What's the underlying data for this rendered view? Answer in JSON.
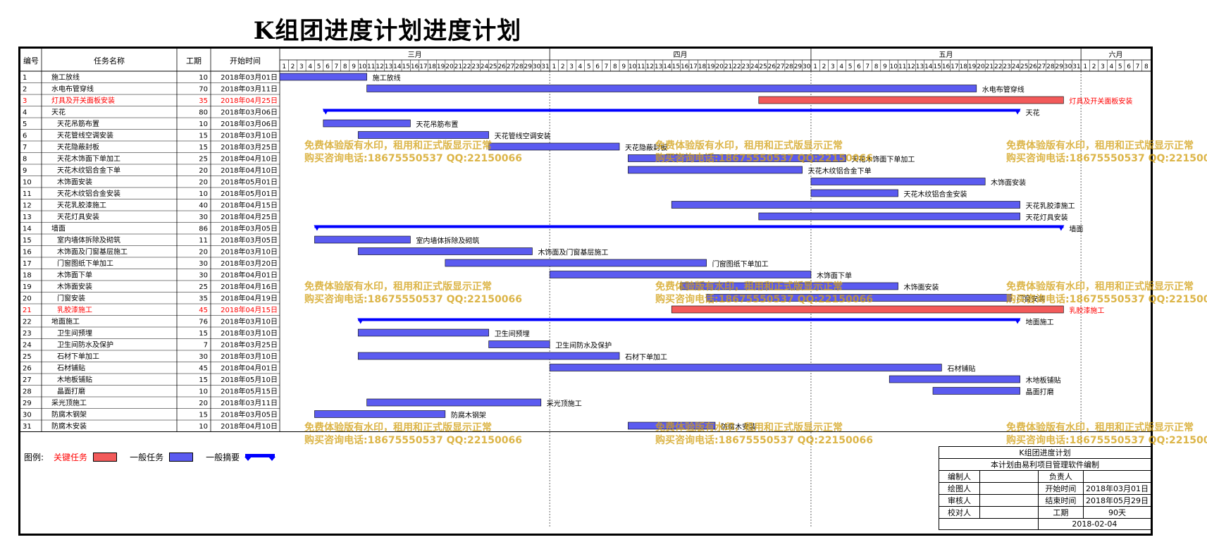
{
  "title": "K组团进度计划进度计划",
  "columns": {
    "id": "编号",
    "name": "任务名称",
    "duration": "工期",
    "start": "开始时间"
  },
  "colors": {
    "normal": "#5b5bf0",
    "critical": "#f25a5a",
    "summary": "#0000ff",
    "critical_text": "#ff0000"
  },
  "timeline": {
    "months": [
      {
        "label": "三月",
        "days": 31
      },
      {
        "label": "四月",
        "days": 30
      },
      {
        "label": "五月",
        "days": 31
      },
      {
        "label": "六月",
        "days": 8
      }
    ]
  },
  "chart_data": {
    "type": "gantt",
    "x_axis_start": "2018-03-01",
    "tasks": [
      {
        "id": "1",
        "name": "施工放线",
        "indent": 0,
        "duration": "10",
        "start": "2018年03月01日",
        "start_date": "2018-03-01",
        "days": 10,
        "kind": "normal"
      },
      {
        "id": "2",
        "name": "水电布管穿线",
        "indent": 0,
        "duration": "70",
        "start": "2018年03月11日",
        "start_date": "2018-03-11",
        "days": 70,
        "kind": "normal"
      },
      {
        "id": "3",
        "name": "灯具及开关面板安装",
        "indent": 0,
        "duration": "35",
        "start": "2018年04月25日",
        "start_date": "2018-04-25",
        "days": 35,
        "kind": "critical"
      },
      {
        "id": "4",
        "name": "天花",
        "indent": 0,
        "duration": "80",
        "start": "2018年03月06日",
        "start_date": "2018-03-06",
        "days": 80,
        "kind": "summary"
      },
      {
        "id": "5",
        "name": "天花吊筋布置",
        "indent": 1,
        "duration": "10",
        "start": "2018年03月06日",
        "start_date": "2018-03-06",
        "days": 10,
        "kind": "normal"
      },
      {
        "id": "6",
        "name": "天花管线空调安装",
        "indent": 1,
        "duration": "15",
        "start": "2018年03月10日",
        "start_date": "2018-03-10",
        "days": 15,
        "kind": "normal"
      },
      {
        "id": "7",
        "name": "天花隐蔽封板",
        "indent": 1,
        "duration": "15",
        "start": "2018年03月25日",
        "start_date": "2018-03-25",
        "days": 15,
        "kind": "normal"
      },
      {
        "id": "8",
        "name": "天花木饰面下单加工",
        "indent": 1,
        "duration": "25",
        "start": "2018年04月10日",
        "start_date": "2018-04-10",
        "days": 25,
        "kind": "normal"
      },
      {
        "id": "9",
        "name": "天花木纹铝合金下单",
        "indent": 1,
        "duration": "20",
        "start": "2018年04月10日",
        "start_date": "2018-04-10",
        "days": 20,
        "kind": "normal"
      },
      {
        "id": "10",
        "name": "木饰面安装",
        "indent": 1,
        "duration": "20",
        "start": "2018年05月01日",
        "start_date": "2018-05-01",
        "days": 20,
        "kind": "normal"
      },
      {
        "id": "11",
        "name": "天花木纹铝合金安装",
        "indent": 1,
        "duration": "10",
        "start": "2018年05月01日",
        "start_date": "2018-05-01",
        "days": 10,
        "kind": "normal"
      },
      {
        "id": "12",
        "name": "天花乳胶漆施工",
        "indent": 1,
        "duration": "40",
        "start": "2018年04月15日",
        "start_date": "2018-04-15",
        "days": 40,
        "kind": "normal"
      },
      {
        "id": "13",
        "name": "天花灯具安装",
        "indent": 1,
        "duration": "30",
        "start": "2018年04月25日",
        "start_date": "2018-04-25",
        "days": 30,
        "kind": "normal"
      },
      {
        "id": "14",
        "name": "墙面",
        "indent": 0,
        "duration": "86",
        "start": "2018年03月05日",
        "start_date": "2018-03-05",
        "days": 86,
        "kind": "summary"
      },
      {
        "id": "15",
        "name": "室内墙体拆除及砌筑",
        "indent": 1,
        "duration": "11",
        "start": "2018年03月05日",
        "start_date": "2018-03-05",
        "days": 11,
        "kind": "normal"
      },
      {
        "id": "16",
        "name": "木饰面及门窗基层施工",
        "indent": 1,
        "duration": "20",
        "start": "2018年03月10日",
        "start_date": "2018-03-10",
        "days": 20,
        "kind": "normal"
      },
      {
        "id": "17",
        "name": "门窗图纸下单加工",
        "indent": 1,
        "duration": "30",
        "start": "2018年03月20日",
        "start_date": "2018-03-20",
        "days": 30,
        "kind": "normal"
      },
      {
        "id": "18",
        "name": "木饰面下单",
        "indent": 1,
        "duration": "30",
        "start": "2018年04月01日",
        "start_date": "2018-04-01",
        "days": 30,
        "kind": "normal"
      },
      {
        "id": "19",
        "name": "木饰面安装",
        "indent": 1,
        "duration": "25",
        "start": "2018年04月16日",
        "start_date": "2018-04-16",
        "days": 25,
        "kind": "normal"
      },
      {
        "id": "20",
        "name": "门窗安装",
        "indent": 1,
        "duration": "35",
        "start": "2018年04月19日",
        "start_date": "2018-04-19",
        "days": 35,
        "kind": "normal"
      },
      {
        "id": "21",
        "name": "乳胶漆施工",
        "indent": 1,
        "duration": "45",
        "start": "2018年04月15日",
        "start_date": "2018-04-15",
        "days": 45,
        "kind": "critical"
      },
      {
        "id": "22",
        "name": "地面施工",
        "indent": 0,
        "duration": "76",
        "start": "2018年03月10日",
        "start_date": "2018-03-10",
        "days": 76,
        "kind": "summary"
      },
      {
        "id": "23",
        "name": "卫生间预埋",
        "indent": 1,
        "duration": "15",
        "start": "2018年03月10日",
        "start_date": "2018-03-10",
        "days": 15,
        "kind": "normal"
      },
      {
        "id": "24",
        "name": "卫生间防水及保护",
        "indent": 1,
        "duration": "7",
        "start": "2018年03月25日",
        "start_date": "2018-03-25",
        "days": 7,
        "kind": "normal"
      },
      {
        "id": "25",
        "name": "石材下单加工",
        "indent": 1,
        "duration": "30",
        "start": "2018年03月10日",
        "start_date": "2018-03-10",
        "days": 30,
        "kind": "normal"
      },
      {
        "id": "26",
        "name": "石材铺贴",
        "indent": 1,
        "duration": "45",
        "start": "2018年04月01日",
        "start_date": "2018-04-01",
        "days": 45,
        "kind": "normal"
      },
      {
        "id": "27",
        "name": "木地板铺贴",
        "indent": 1,
        "duration": "15",
        "start": "2018年05月10日",
        "start_date": "2018-05-10",
        "days": 15,
        "kind": "normal"
      },
      {
        "id": "28",
        "name": "晶面打磨",
        "indent": 1,
        "duration": "10",
        "start": "2018年05月15日",
        "start_date": "2018-05-15",
        "days": 10,
        "kind": "normal"
      },
      {
        "id": "29",
        "name": "采光顶施工",
        "indent": 0,
        "duration": "20",
        "start": "2018年03月11日",
        "start_date": "2018-03-11",
        "days": 20,
        "kind": "normal"
      },
      {
        "id": "30",
        "name": "防腐木钢架",
        "indent": 0,
        "duration": "15",
        "start": "2018年03月05日",
        "start_date": "2018-03-05",
        "days": 15,
        "kind": "normal"
      },
      {
        "id": "31",
        "name": "防腐木安装",
        "indent": 0,
        "duration": "10",
        "start": "2018年04月10日",
        "start_date": "2018-04-10",
        "days": 10,
        "kind": "normal"
      }
    ]
  },
  "legend": {
    "label": "图例:",
    "critical": "关键任务",
    "normal": "一般任务",
    "summary": "一般摘要"
  },
  "info_box": {
    "title": "K组团进度计划",
    "subtitle": "本计划由易利项目管理软件编制",
    "compiler_label": "编制人",
    "owner_label": "负责人",
    "drawer_label": "绘图人",
    "start_label": "开始时间",
    "start_value": "2018年03月01日",
    "reviewer_label": "审核人",
    "end_label": "结束时间",
    "end_value": "2018年05月29日",
    "checker_label": "校对人",
    "duration_label": "工期",
    "duration_value": "90天",
    "date": "2018-02-04"
  },
  "watermark": {
    "line1": "免费体验版有水印，租用和正式版显示正常",
    "line2": "购买咨询电话:18675550537 QQ:22150066"
  }
}
